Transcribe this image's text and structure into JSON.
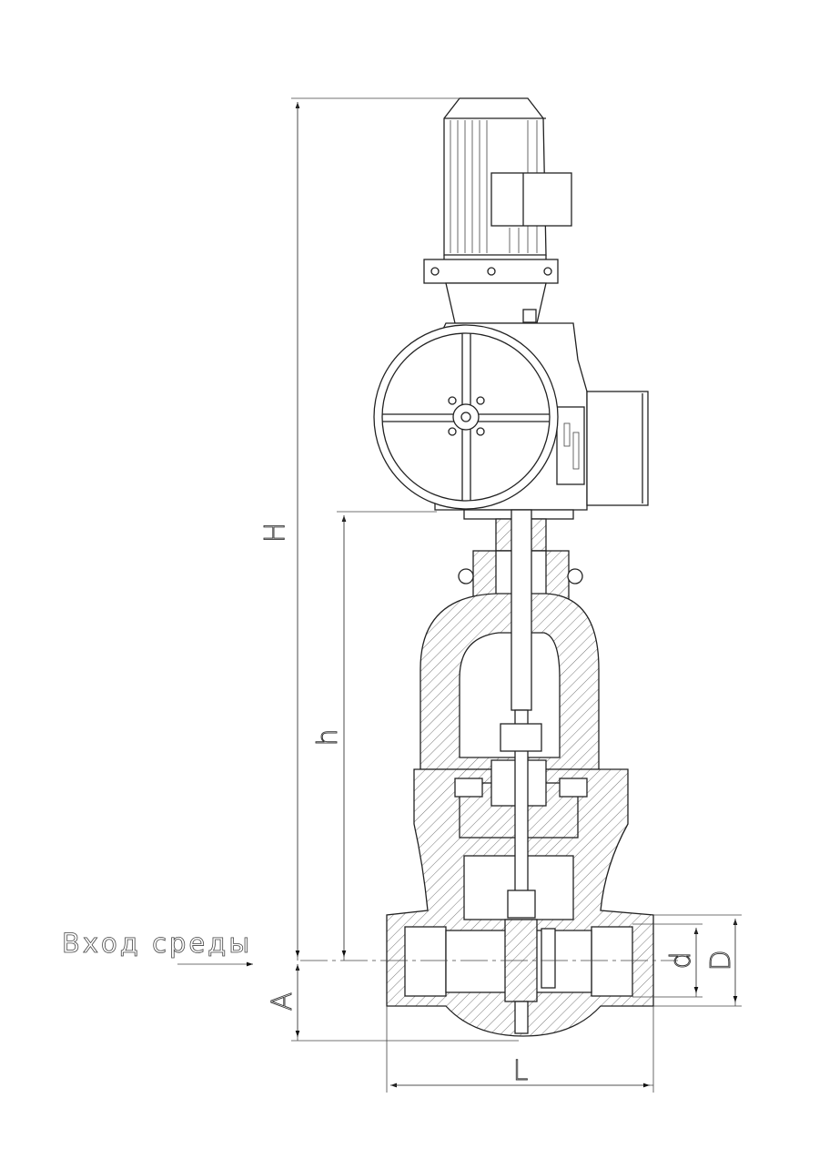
{
  "drawing": {
    "inlet_label": "Вход среды",
    "dimensions": {
      "H": "H",
      "h": "h",
      "A": "A",
      "L": "L",
      "d": "d",
      "D": "D"
    },
    "colors": {
      "line": "#222222",
      "background": "#ffffff"
    }
  }
}
